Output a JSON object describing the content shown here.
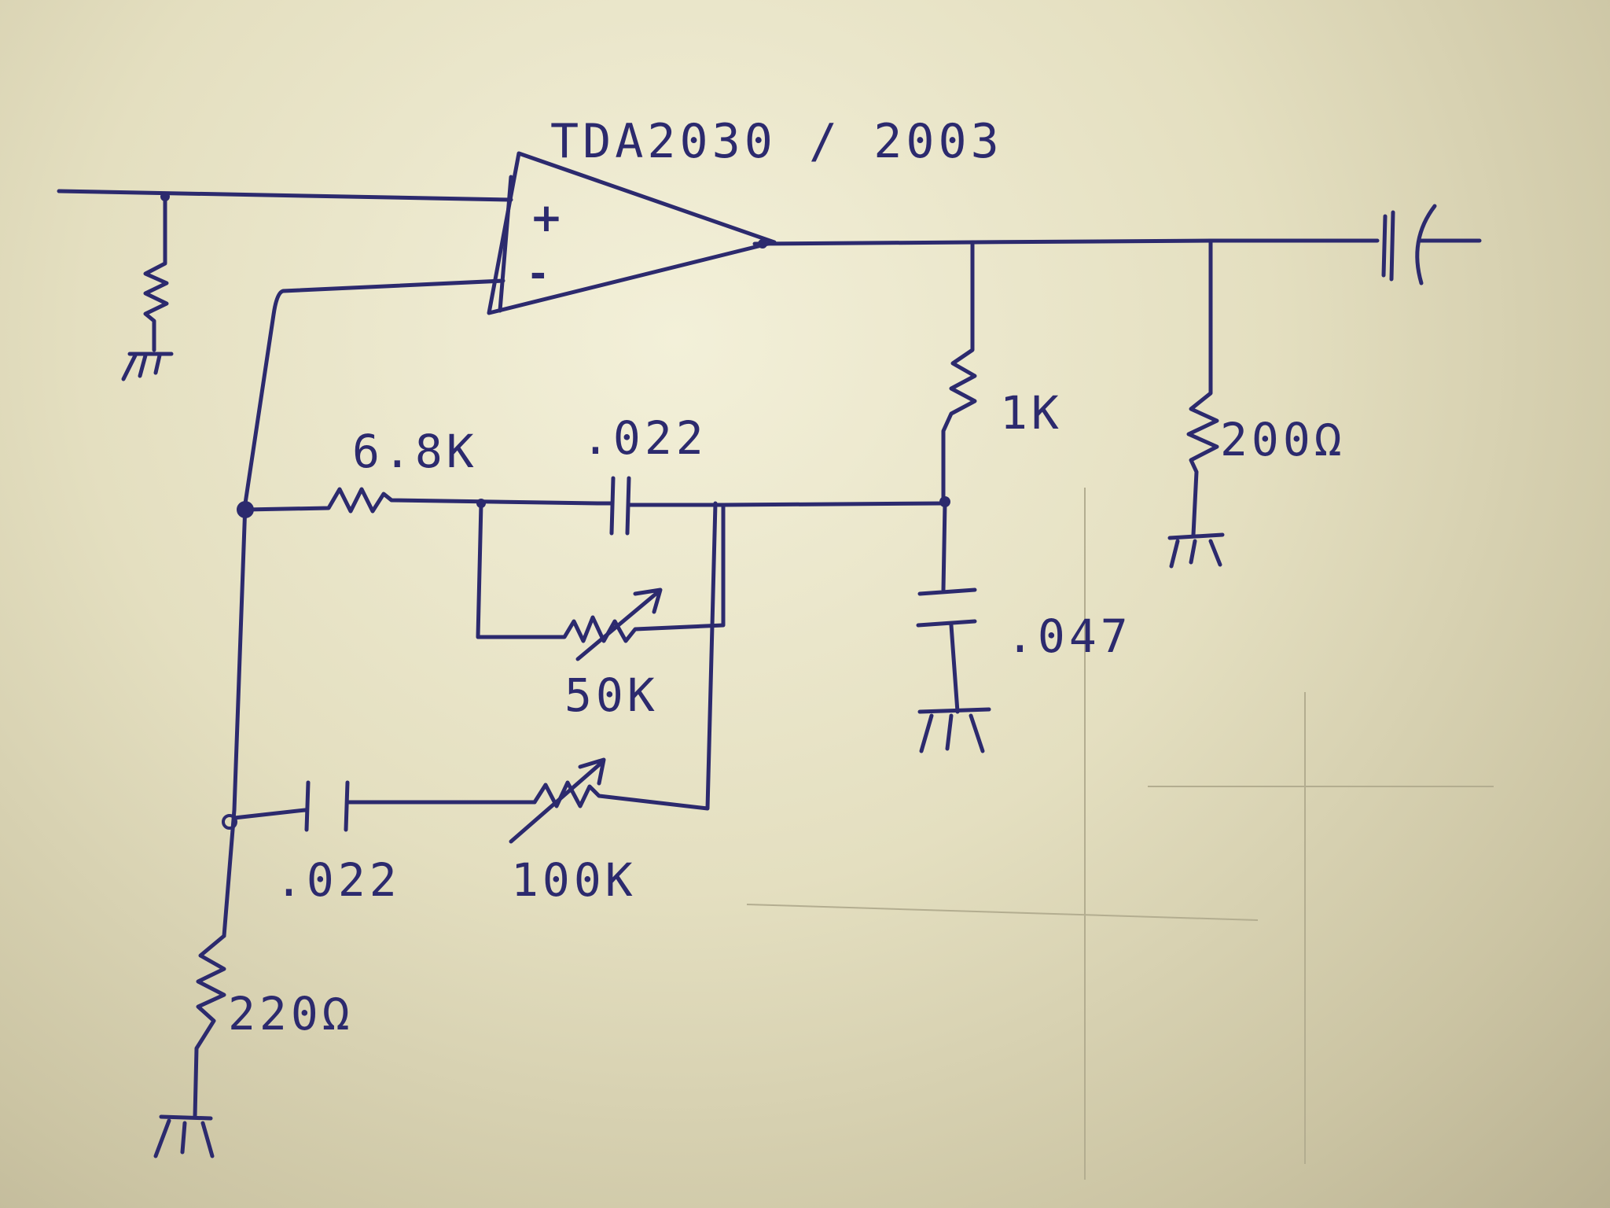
{
  "chip": {
    "label": "TDA2030 / 2003"
  },
  "opamp": {
    "plus": "+",
    "minus": "-"
  },
  "components": {
    "r_feedback": "6.8K",
    "c_feedback": ".022",
    "pot_50k": "50K",
    "c_bottom": ".022",
    "pot_100k": "100K",
    "r_ground": "220Ω",
    "r_1k": "1K",
    "c_047": ".047",
    "r_load": "200Ω"
  }
}
